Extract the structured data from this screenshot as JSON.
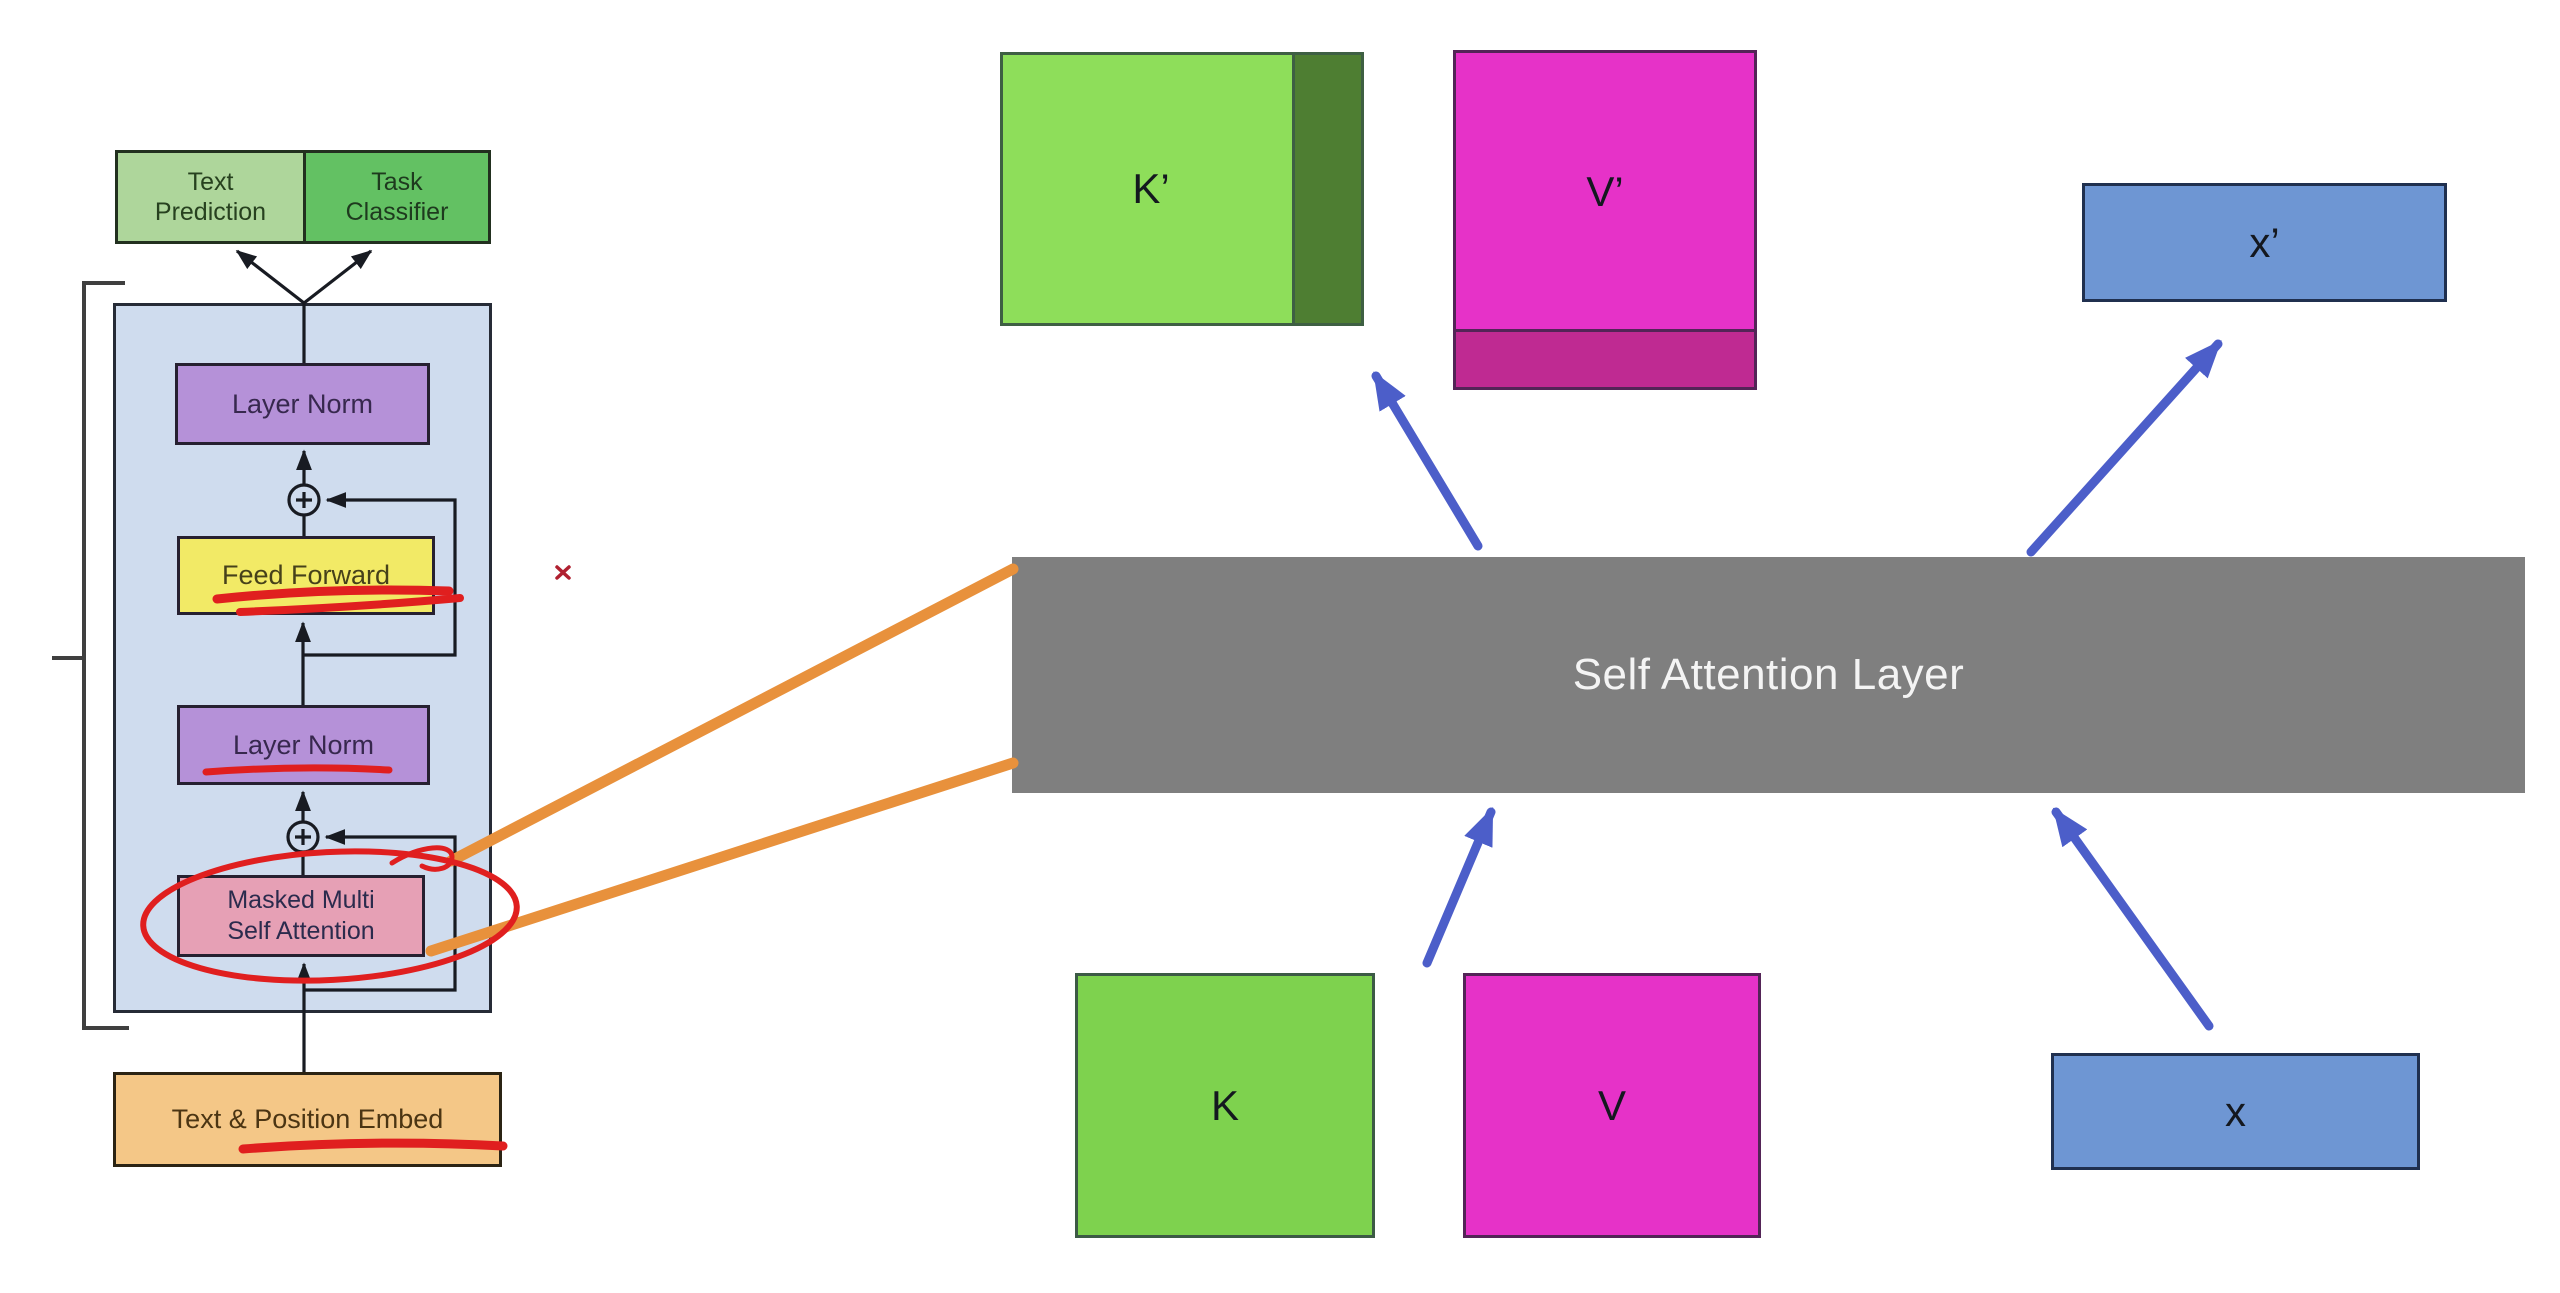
{
  "transformer_block": {
    "output_heads": [
      {
        "id": "text-prediction",
        "lines": [
          "Text",
          "Prediction"
        ]
      },
      {
        "id": "task-classifier",
        "lines": [
          "Task",
          "Classifier"
        ]
      }
    ],
    "layer_norm_top": "Layer Norm",
    "feed_forward": "Feed Forward",
    "layer_norm_bottom": "Layer Norm",
    "masked_attention": {
      "lines": [
        "Masked Multi",
        "Self Attention"
      ]
    },
    "embedding": "Text & Position Embed"
  },
  "self_attention": {
    "bar_label": "Self Attention Layer",
    "outputs": [
      {
        "label": "K’"
      },
      {
        "label": "V’"
      },
      {
        "label": "x’"
      }
    ],
    "inputs": [
      {
        "label": "K"
      },
      {
        "label": "V"
      },
      {
        "label": "x"
      }
    ]
  },
  "annotations": {
    "red_circle_target": "Masked Multi Self Attention",
    "red_underlined": [
      "Feed Forward",
      "Layer Norm",
      "Text & Position Embed"
    ]
  },
  "colors": {
    "head_light_green": "#aed69b",
    "head_green": "#63c163",
    "container_blue": "#cfdcee",
    "layer_norm_purple": "#b591d8",
    "feed_forward_yellow": "#f2ea66",
    "masked_pink": "#e6a0b5",
    "embed_tan": "#f4c787",
    "k_green": "#7ed24e",
    "k_prime_green": "#8ede5a",
    "k_stripe_dark_green": "#4e7e32",
    "v_magenta": "#e632c8",
    "v_strip_dark_magenta": "#bf2a92",
    "x_blue": "#6e96d3",
    "bar_gray": "#7f7f7f",
    "flow_arrow_blue": "#4c5ec9",
    "link_orange": "#e8913c",
    "annotation_red": "#e01f1f"
  }
}
